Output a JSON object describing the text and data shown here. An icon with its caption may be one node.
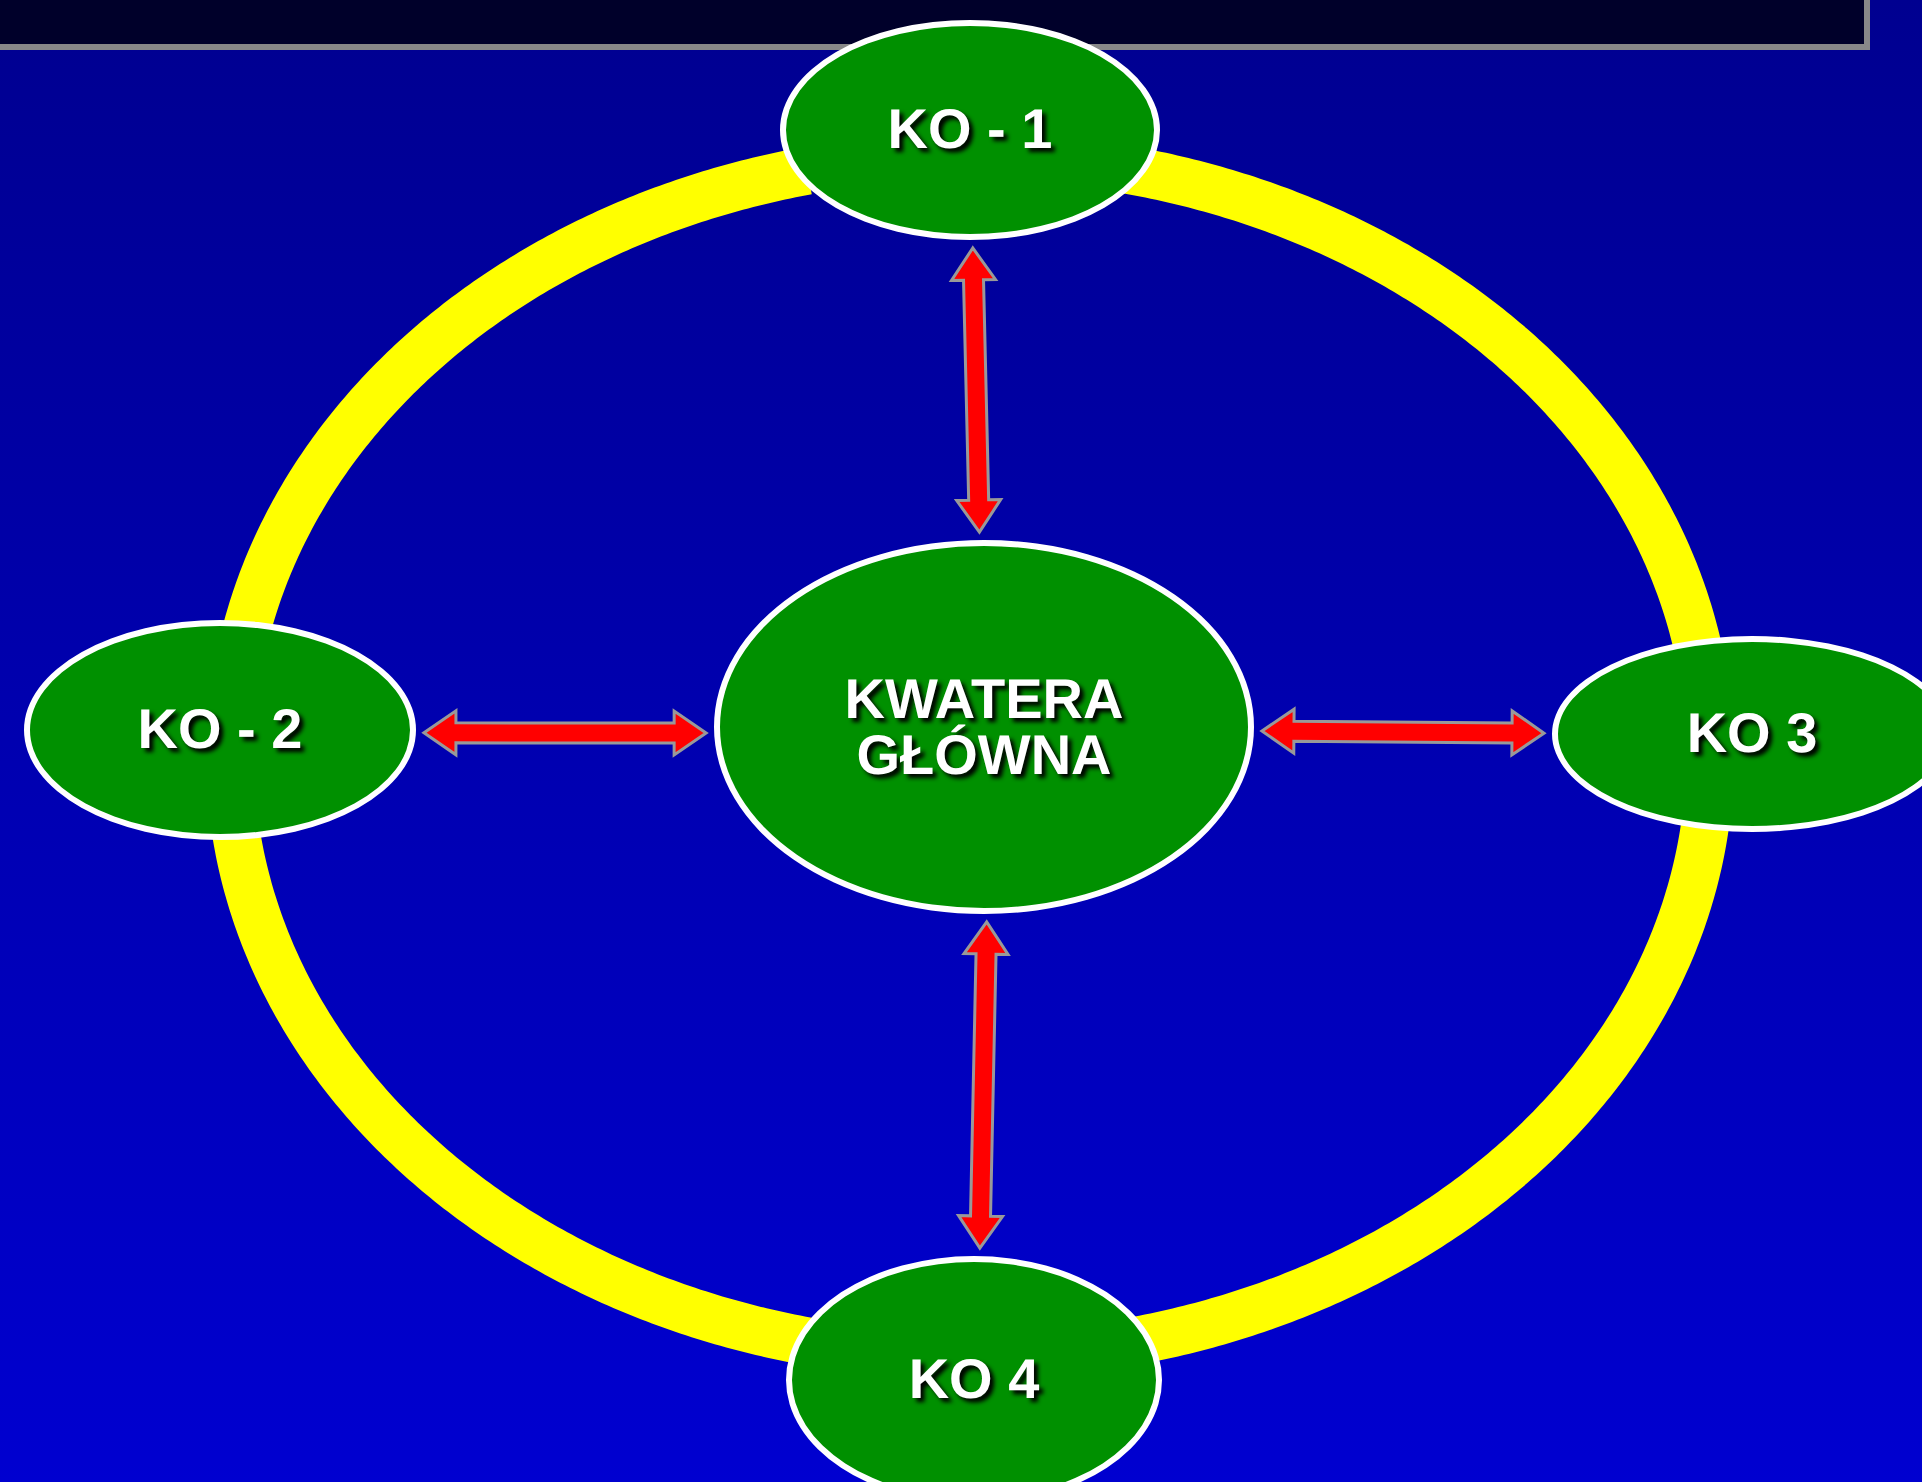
{
  "diagram": {
    "nodes": [
      {
        "text": [],
        "shape": "bar"
      },
      {
        "text": [
          "KO - 1"
        ]
      },
      {
        "text": [
          "KO - 2"
        ]
      },
      {
        "text": [
          "KWATERA GŁÓWNA"
        ]
      },
      {
        "text": [
          "KO 3"
        ]
      },
      {
        "text": [
          "KO 4"
        ]
      }
    ],
    "edges": [
      {
        "from": 1,
        "to": 3,
        "arrow": "both",
        "color": "#ff0000"
      },
      {
        "from": 2,
        "to": 3,
        "arrow": "both",
        "color": "#ff0000"
      },
      {
        "from": 3,
        "to": 4,
        "arrow": "both",
        "color": "#ff0000"
      },
      {
        "from": 3,
        "to": 5,
        "arrow": "both",
        "color": "#ff0000"
      },
      {
        "from": 1,
        "to": 4,
        "arrow": "none",
        "color": "#ffff00"
      },
      {
        "from": 4,
        "to": 5,
        "arrow": "none",
        "color": "#ffff00"
      },
      {
        "from": 5,
        "to": 2,
        "arrow": "none",
        "color": "#ffff00"
      },
      {
        "from": 2,
        "to": 1,
        "arrow": "none",
        "color": "#ffff00"
      }
    ]
  }
}
